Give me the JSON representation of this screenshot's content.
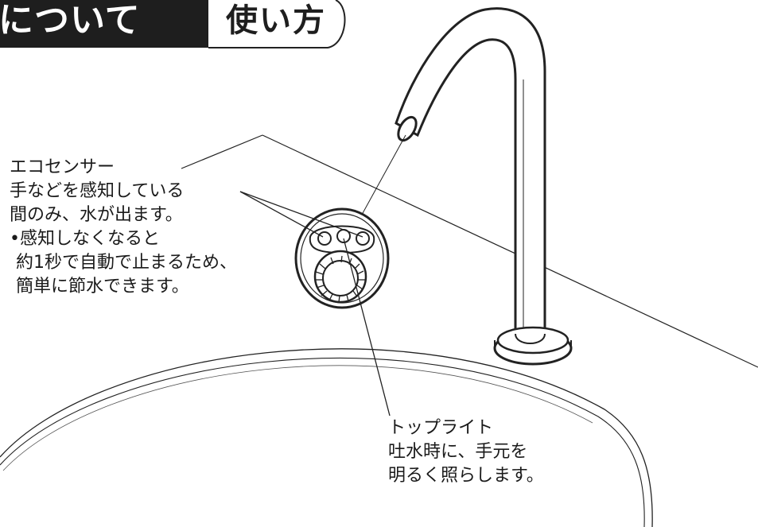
{
  "header": {
    "section_tab": "について",
    "active_tab": "使い方"
  },
  "eco_sensor": {
    "title": "エコセンサー",
    "line1": "手などを感知している",
    "line2": "間のみ、水が出ます。",
    "line3": "•感知しなくなると",
    "line4": "約1秒で自動で止まるため、",
    "line5": "簡単に節水できます。"
  },
  "top_light": {
    "title": "トップライト",
    "line1": "吐水時に、手元を",
    "line2": "明るく照らします。"
  }
}
